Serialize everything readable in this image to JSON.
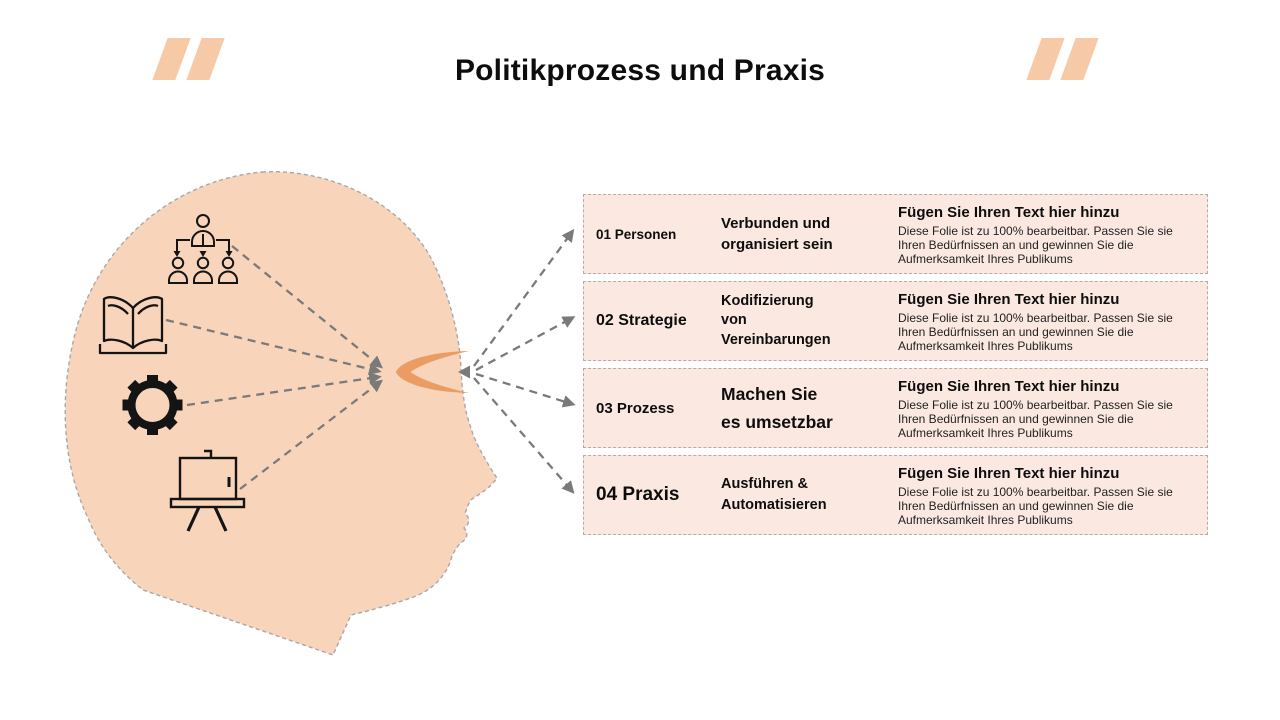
{
  "title": "Politikprozess und Praxis",
  "rows": [
    {
      "label": "01 Personen",
      "statement": "Verbunden und\norganisiert sein",
      "icon": "org-chart-icon",
      "placeholder_heading": "Fügen Sie Ihren Text hier hinzu",
      "placeholder_body": "Diese Folie ist zu 100% bearbeitbar. Passen Sie sie Ihren Bedürfnissen an und gewinnen Sie die Aufmerksamkeit Ihres Publikums"
    },
    {
      "label": "02 Strategie",
      "statement": "Kodifizierung\nvon\nVereinbarungen",
      "icon": "open-book-icon",
      "placeholder_heading": "Fügen Sie Ihren Text hier hinzu",
      "placeholder_body": "Diese Folie ist zu 100% bearbeitbar. Passen Sie sie Ihren Bedürfnissen an und gewinnen Sie die Aufmerksamkeit Ihres Publikums"
    },
    {
      "label": "03 Prozess",
      "statement": "Machen Sie\nes umsetzbar",
      "icon": "gear-icon",
      "placeholder_heading": "Fügen Sie Ihren Text hier hinzu",
      "placeholder_body": "Diese Folie ist zu 100% bearbeitbar. Passen Sie sie Ihren Bedürfnissen an und gewinnen Sie die Aufmerksamkeit Ihres Publikums"
    },
    {
      "label": "04 Praxis",
      "statement": "Ausführen &\nAutomatisieren",
      "icon": "easel-icon",
      "placeholder_heading": "Fügen Sie Ihren Text hier hinzu",
      "placeholder_body": "Diese Folie ist zu 100% bearbeitbar. Passen Sie sie Ihren Bedürfnissen an und gewinnen Sie die Aufmerksamkeit Ihres Publikums"
    }
  ],
  "diagram": {
    "icons": [
      "org-chart-icon",
      "open-book-icon",
      "gear-icon",
      "easel-icon"
    ],
    "shape": "human-head-profile"
  },
  "colors": {
    "head_fill": "#F8D4BA",
    "box_fill": "#FBE9E1",
    "eye_accent": "#EA9C63",
    "quote_mark": "#F6CAA6",
    "connector_gray": "#7A7A7A",
    "title_text": "#0D0D0D"
  }
}
